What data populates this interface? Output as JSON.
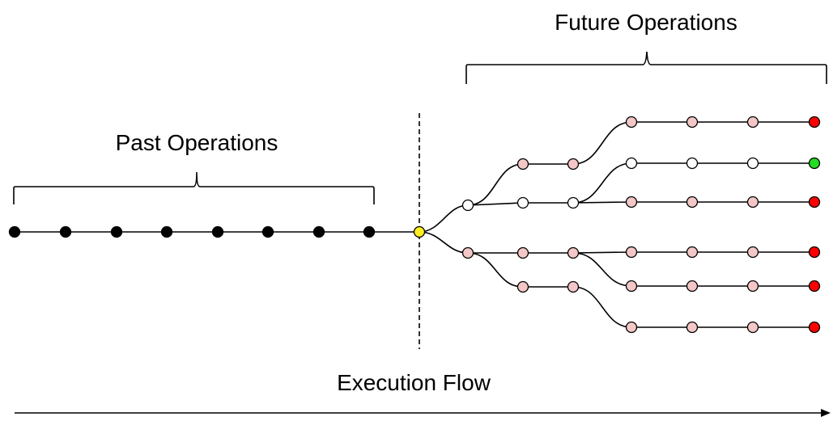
{
  "labels": {
    "future": "Future Operations",
    "past": "Past Operations",
    "flow": "Execution Flow"
  },
  "colors": {
    "past": "#000000",
    "current": "#ffee22",
    "pink": "#f4c7c7",
    "white": "#ffffff",
    "failed": "#ff0000",
    "success": "#22dd22",
    "edge": "#000000"
  },
  "past_node_count": 8,
  "node_states": [
    "past",
    "current",
    "pink",
    "white",
    "failed",
    "success"
  ]
}
